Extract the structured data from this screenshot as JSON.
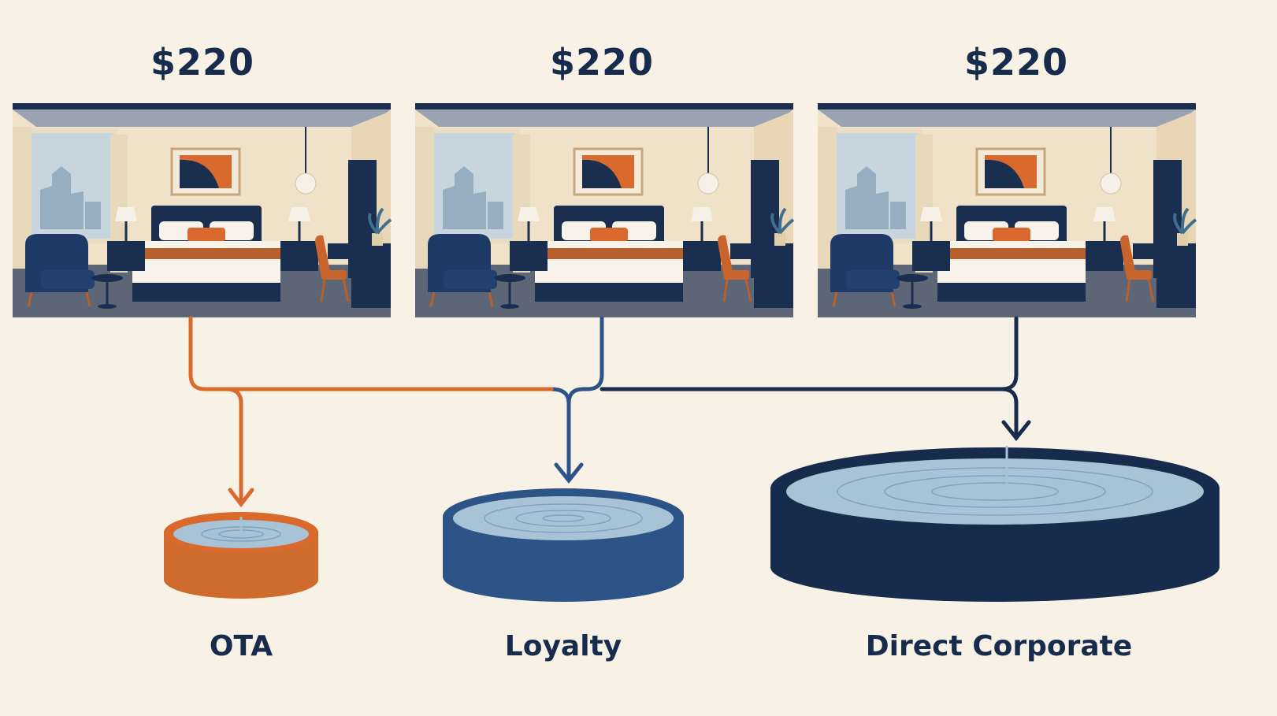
{
  "rooms": [
    {
      "price": "$220"
    },
    {
      "price": "$220"
    },
    {
      "price": "$220"
    }
  ],
  "channels": [
    {
      "label": "OTA",
      "color": "#d9692c"
    },
    {
      "label": "Loyalty",
      "color": "#2c5487"
    },
    {
      "label": "Direct Corporate",
      "color": "#172b4d"
    }
  ],
  "colors": {
    "background": "#f8f2e6",
    "navy": "#172b4d",
    "blue": "#2c5487",
    "orange": "#d9692c",
    "water": "#a9c3d6"
  }
}
